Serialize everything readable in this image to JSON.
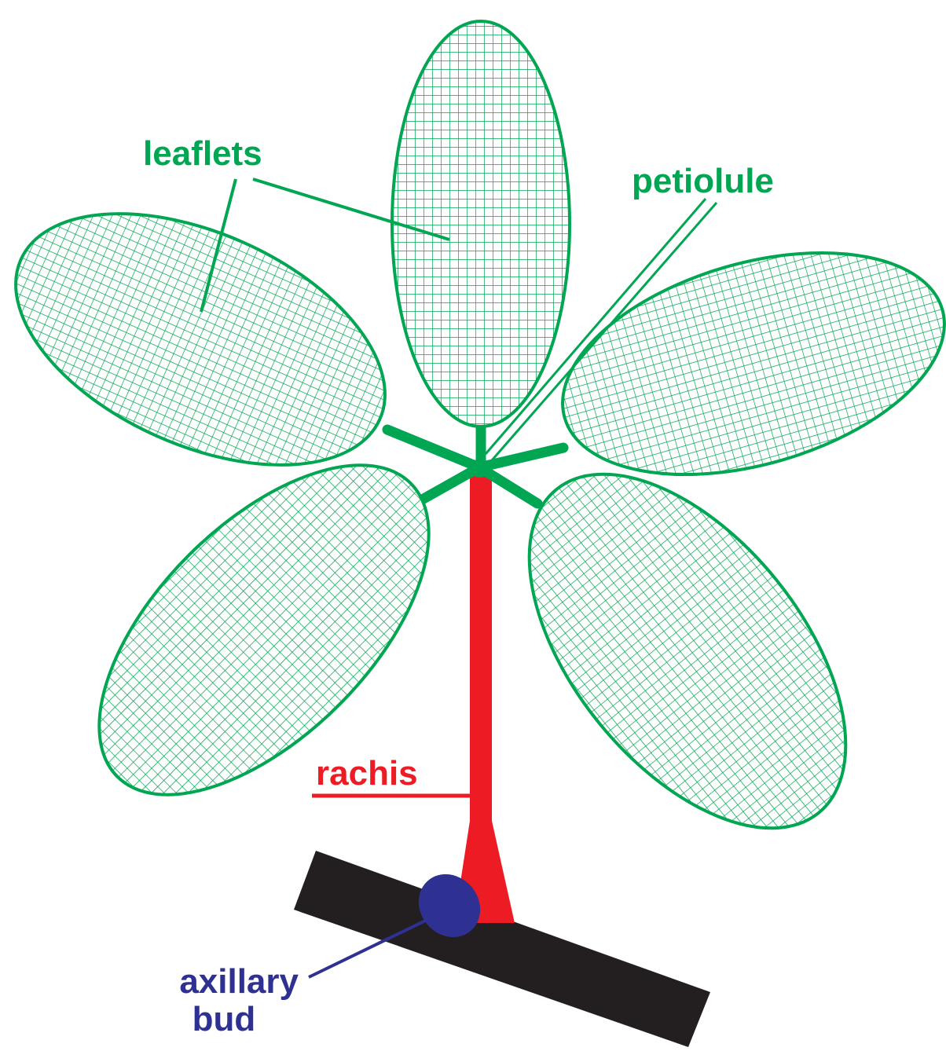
{
  "labels": {
    "leaflets": "leaflets",
    "petiolule": "petiolule",
    "rachis": "rachis",
    "axillary_bud_line1": "axillary",
    "axillary_bud_line2": "bud"
  },
  "colors": {
    "leaf_green": "#00a651",
    "rachis_red": "#ed1c24",
    "stem_black": "#231f20",
    "bud_blue": "#2e3192",
    "background": "#ffffff"
  }
}
